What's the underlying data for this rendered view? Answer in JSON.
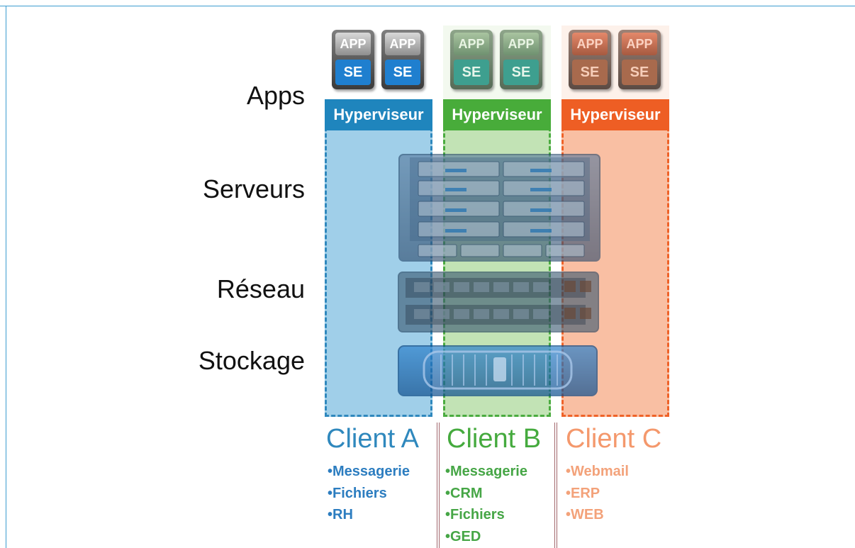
{
  "rows": {
    "apps": "Apps",
    "servers": "Serveurs",
    "network": "Réseau",
    "storage": "Stockage"
  },
  "clients": [
    {
      "name": "Client A",
      "color": "#2f88bd",
      "hypervisor": "Hyperviseur",
      "vm_app": "APP",
      "vm_os": "SE",
      "services": [
        "•Messagerie",
        "•Fichiers",
        "•RH"
      ]
    },
    {
      "name": "Client B",
      "color": "#45aa3e",
      "hypervisor": "Hyperviseur",
      "vm_app": "APP",
      "vm_os": "SE",
      "services": [
        "•Messagerie",
        "•CRM",
        "•Fichiers",
        "•GED"
      ]
    },
    {
      "name": "Client C",
      "color": "#ee6228",
      "hypervisor": "Hyperviseur",
      "vm_app": "APP",
      "vm_os": "SE",
      "services": [
        "•Webmail",
        "•ERP",
        "•WEB"
      ]
    }
  ],
  "icons": {
    "server": "server-rack-icon",
    "switch": "network-switch-icon",
    "storage": "storage-array-icon",
    "vm": "virtual-machine-icon"
  }
}
